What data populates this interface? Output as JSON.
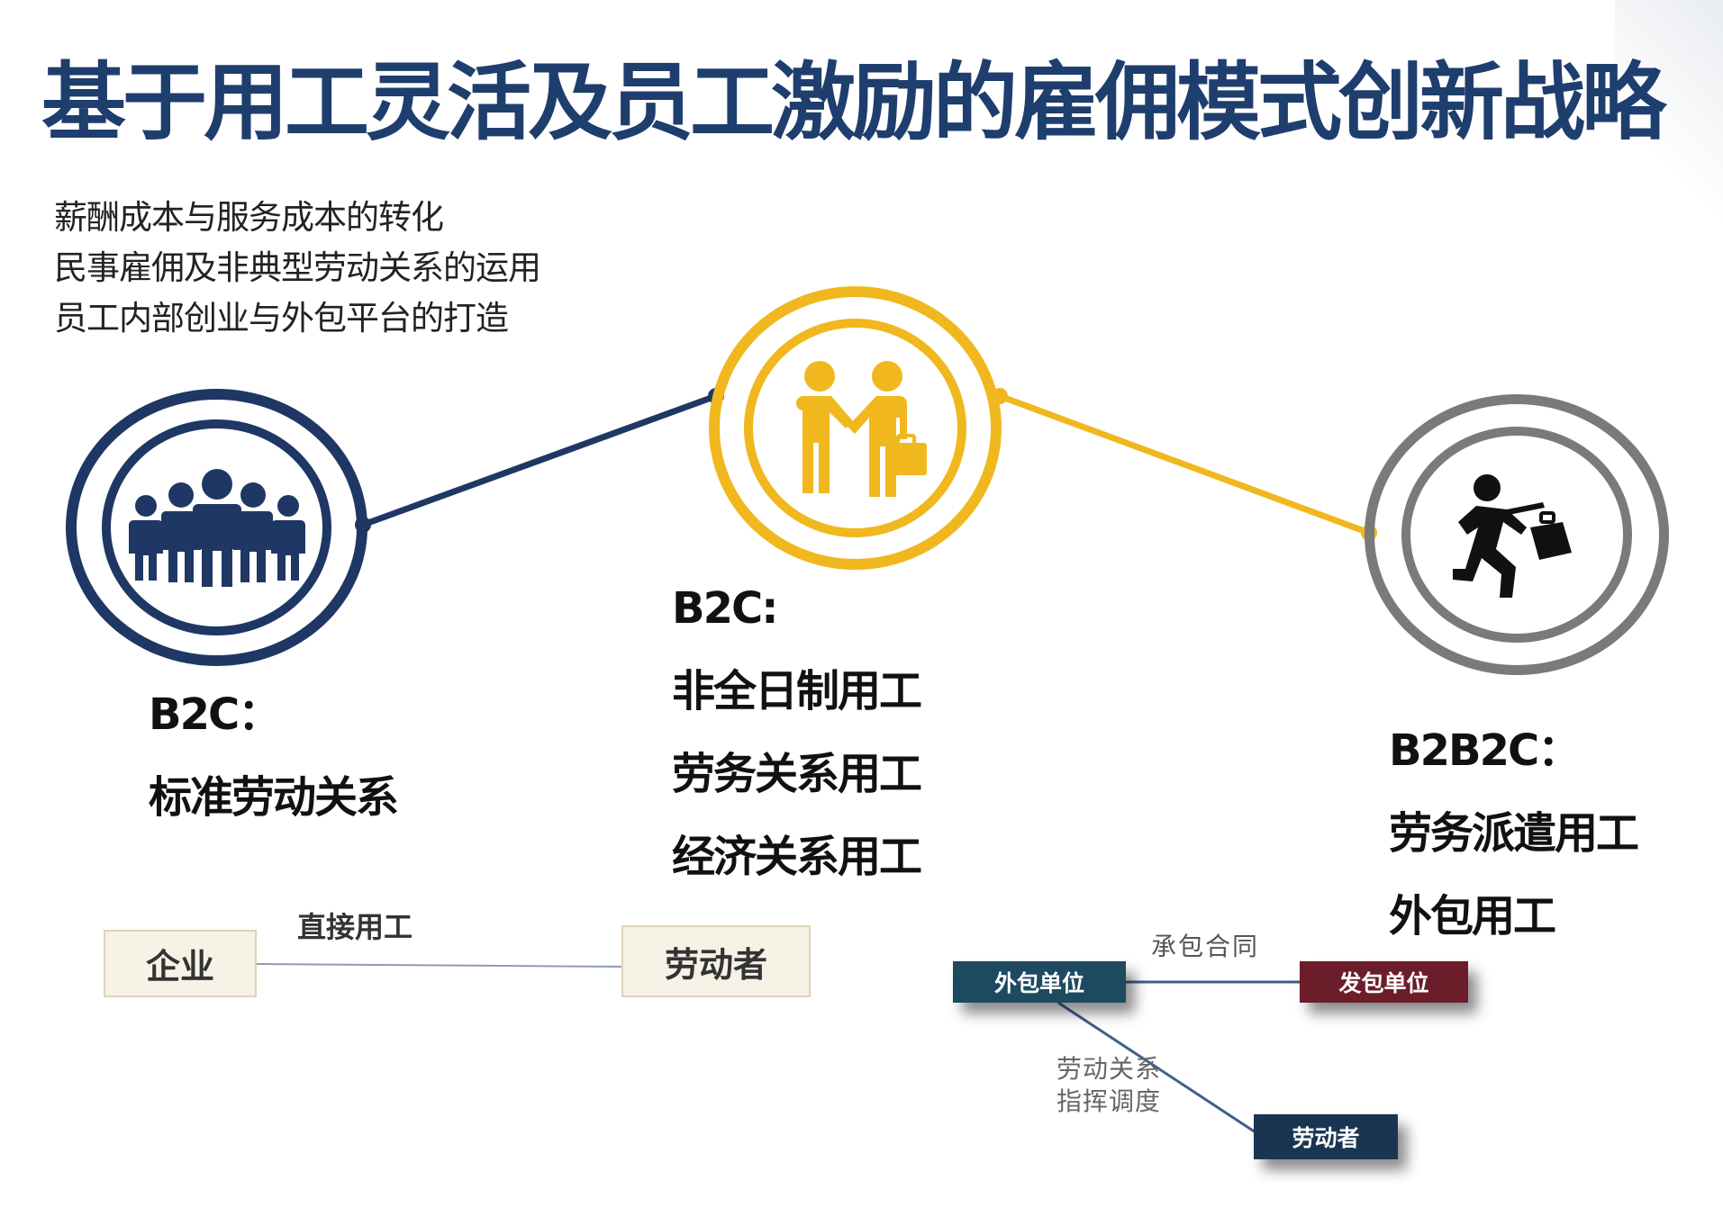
{
  "title": "基于用工灵活及员工激励的雇佣模式创新战略",
  "bullets": [
    "薪酬成本与服务成本的转化",
    "民事雇佣及非典型劳动关系的运用",
    "员工内部创业与外包平台的打造"
  ],
  "colors": {
    "title": "#1e3e6e",
    "navy": "#1f3764",
    "gold": "#f0b81e",
    "gray": "#7a7a7a"
  },
  "icons": {
    "left": "group-of-people-icon",
    "middle": "handshake-icon",
    "right": "running-businessman-icon"
  },
  "categories": {
    "left": {
      "heading": "B2C：",
      "items": [
        "标准劳动关系"
      ]
    },
    "middle": {
      "heading": "B2C:",
      "items": [
        "非全日制用工",
        "劳务关系用工",
        "经济关系用工"
      ]
    },
    "right": {
      "heading": "B2B2C：",
      "items": [
        "劳务派遣用工",
        "外包用工"
      ]
    }
  },
  "direct_model": {
    "enterprise": "企业",
    "link_label": "直接用工",
    "laborer": "劳动者"
  },
  "outsource_model": {
    "outsourcer": "外包单位",
    "contract_label": "承包合同",
    "issuer": "发包单位",
    "labor_label_1": "劳动关系",
    "labor_label_2": "指挥调度",
    "laborer": "劳动者"
  }
}
